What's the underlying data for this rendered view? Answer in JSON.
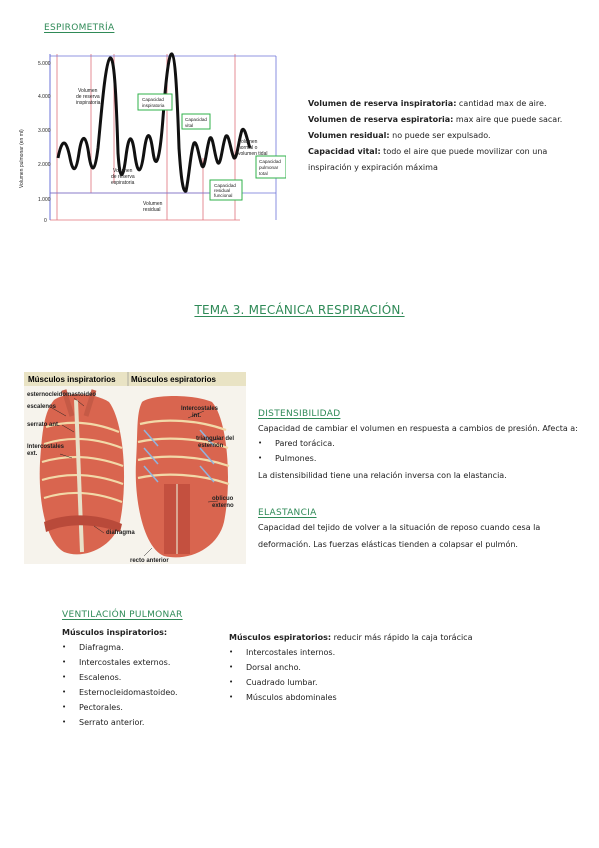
{
  "espirometria": {
    "title": "ESPIROMETRÍA",
    "ylabel": "Volumen pulmonar (en ml)",
    "yticks": [
      "5.000",
      "4.000",
      "3.000",
      "2.000",
      "1.000",
      "0"
    ],
    "labels": {
      "vri": [
        "Volumen",
        "de reserva",
        "inspiratoria"
      ],
      "vre": [
        "Volumen",
        "de reserva",
        "espiratoria"
      ],
      "vr": [
        "Volumen",
        "residual"
      ],
      "vt": [
        "Volumen",
        "normal o",
        "volumen tidal"
      ],
      "ci": [
        "Capacidad",
        "inspiratoria"
      ],
      "cv": [
        "Capacidad",
        "vital"
      ],
      "crf": [
        "Capacidad",
        "residual",
        "funcional"
      ],
      "cpt": [
        "Capacidad",
        "pulmonar",
        "total"
      ]
    },
    "defs": [
      {
        "term": "Volumen de reserva inspiratoria:",
        "text": " cantidad max de aire."
      },
      {
        "term": "Volumen de reserva espiratoria:",
        "text": " max aire que puede sacar."
      },
      {
        "term": "Volumen residual:",
        "text": " no puede ser expulsado."
      },
      {
        "term": "Capacidad vital:",
        "text": " todo el aire que puede movilizar con una inspiración y expiración máxima"
      }
    ]
  },
  "tema_title": "TEMA 3. MECÁNICA RESPIRACIÓN.",
  "figure": {
    "head_left": "Músculos inspiratorios",
    "head_right": "Músculos espiratorios",
    "labels": {
      "ecm": "esternocleidomastoideo",
      "escalenos": "escalenos",
      "serrato": "serrato ant.",
      "int_ext": "Intercostales",
      "int_ext2": "ext.",
      "diafragma": "diafragma",
      "int_int": "Intercostales",
      "int_int2": "int.",
      "triangular": "triangular del",
      "triangular2": "esternón",
      "oblicuo": "oblicuo",
      "oblicuo2": "externo",
      "recto": "recto anterior"
    }
  },
  "distensibilidad": {
    "title": "DISTENSIBILIDAD",
    "intro": "Capacidad de cambiar el volumen en respuesta a cambios de presión. Afecta a:",
    "items": [
      "Pared torácica.",
      "Pulmones."
    ],
    "outro": "La distensibilidad tiene una relación inversa con la elastancia."
  },
  "elastancia": {
    "title": "ELASTANCIA",
    "text": "Capacidad del tejido de volver a la situación de reposo cuando cesa la deformación. Las fuerzas elásticas tienden a colapsar el pulmón."
  },
  "ventilacion": {
    "title": "VENTILACIÓN PULMONAR",
    "insp_head": "Músculos inspiratorios:",
    "insp_items": [
      "Diafragma.",
      "Intercostales externos.",
      "Escalenos.",
      "Esternocleidomastoideo.",
      "Pectorales.",
      "Serrato anterior."
    ],
    "esp_head": "Músculos espiratorios:",
    "esp_head_text": " reducir más rápido la caja torácica",
    "esp_items": [
      "Intercostales internos.",
      "Dorsal ancho.",
      "Cuadrado lumbar.",
      "Músculos abdominales"
    ]
  }
}
